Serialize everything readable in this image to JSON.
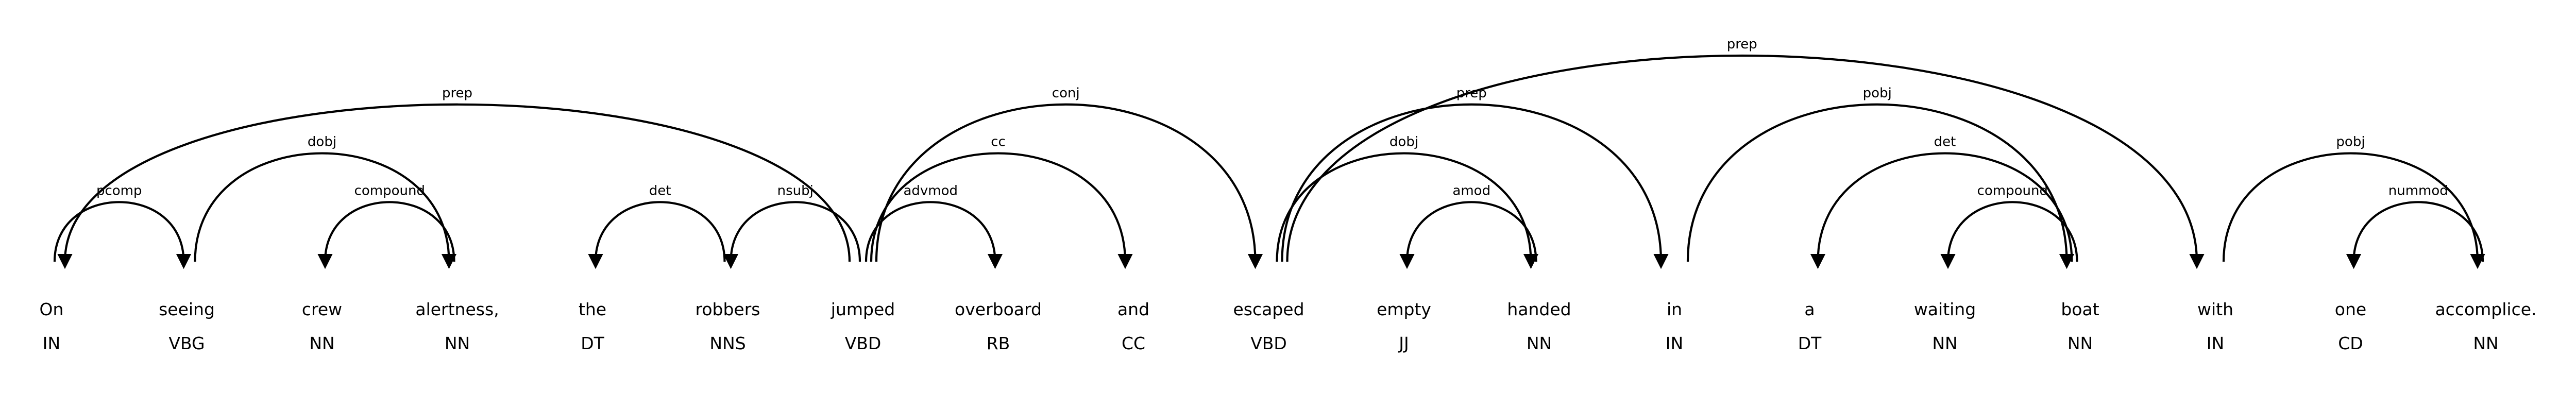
{
  "tokens": [
    {
      "text": "On",
      "tag": "IN"
    },
    {
      "text": "seeing",
      "tag": "VBG"
    },
    {
      "text": "crew",
      "tag": "NN"
    },
    {
      "text": "alertness,",
      "tag": "NN"
    },
    {
      "text": "the",
      "tag": "DT"
    },
    {
      "text": "robbers",
      "tag": "NNS"
    },
    {
      "text": "jumped",
      "tag": "VBD"
    },
    {
      "text": "overboard",
      "tag": "RB"
    },
    {
      "text": "and",
      "tag": "CC"
    },
    {
      "text": "escaped",
      "tag": "VBD"
    },
    {
      "text": "empty",
      "tag": "JJ"
    },
    {
      "text": "handed",
      "tag": "NN"
    },
    {
      "text": "in",
      "tag": "IN"
    },
    {
      "text": "a",
      "tag": "DT"
    },
    {
      "text": "waiting",
      "tag": "NN"
    },
    {
      "text": "boat",
      "tag": "NN"
    },
    {
      "text": "with",
      "tag": "IN"
    },
    {
      "text": "one",
      "tag": "CD"
    },
    {
      "text": "accomplice.",
      "tag": "NN"
    }
  ],
  "arcs": [
    {
      "label": "pcomp",
      "head": 0,
      "dep": 1
    },
    {
      "label": "dobj",
      "head": 1,
      "dep": 3
    },
    {
      "label": "compound",
      "head": 3,
      "dep": 2
    },
    {
      "label": "prep",
      "head": 6,
      "dep": 0
    },
    {
      "label": "det",
      "head": 5,
      "dep": 4
    },
    {
      "label": "nsubj",
      "head": 6,
      "dep": 5
    },
    {
      "label": "advmod",
      "head": 6,
      "dep": 7
    },
    {
      "label": "cc",
      "head": 6,
      "dep": 8
    },
    {
      "label": "conj",
      "head": 6,
      "dep": 9
    },
    {
      "label": "dobj",
      "head": 9,
      "dep": 11
    },
    {
      "label": "amod",
      "head": 11,
      "dep": 10
    },
    {
      "label": "prep",
      "head": 9,
      "dep": 12
    },
    {
      "label": "pobj",
      "head": 12,
      "dep": 15
    },
    {
      "label": "det",
      "head": 15,
      "dep": 13
    },
    {
      "label": "compound",
      "head": 15,
      "dep": 14
    },
    {
      "label": "prep",
      "head": 9,
      "dep": 16
    },
    {
      "label": "pobj",
      "head": 16,
      "dep": 18
    },
    {
      "label": "nummod",
      "head": 18,
      "dep": 17
    }
  ]
}
